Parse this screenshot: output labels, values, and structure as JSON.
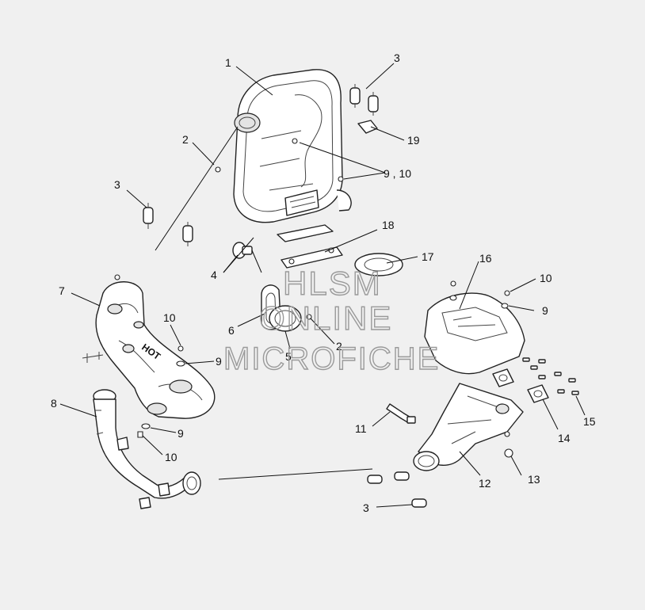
{
  "callouts": {
    "c1": "1",
    "c2a": "2",
    "c2b": "2",
    "c3a": "3",
    "c3b": "3",
    "c3c": "3",
    "c4": "4",
    "c5": "5",
    "c6": "6",
    "c7": "7",
    "c8": "8",
    "c9a": "9",
    "c9b": "9",
    "c9c": "9",
    "c910": "9 , 10",
    "c10a": "10",
    "c10b": "10",
    "c10c": "10",
    "c11": "11",
    "c12": "12",
    "c13": "13",
    "c14": "14",
    "c15": "15",
    "c16": "16",
    "c17": "17",
    "c18": "18",
    "c19": "19"
  },
  "watermark": {
    "line1": "HLSM",
    "line2": "ONLINE",
    "line3": "MICROFICHE"
  },
  "decal_text": "HOT"
}
